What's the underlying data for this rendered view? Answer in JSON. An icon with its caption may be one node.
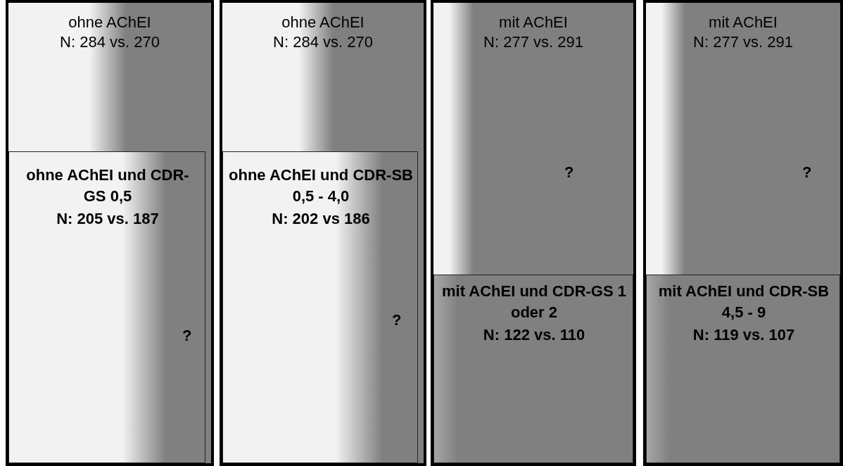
{
  "diagram": {
    "nodes": [
      {
        "text": [
          "ohne AChEI",
          "N: 284 vs. 270"
        ]
      },
      {
        "text": [
          "ohne AChEI und CDR-GS 0,5",
          "N: 205 vs. 187",
          "?"
        ],
        "in": 0
      },
      {
        "text": [
          "ohne AChEI",
          "N: 284 vs. 270"
        ]
      },
      {
        "text": [
          "ohne AChEI und CDR-SB 0,5 - 4,0",
          "N: 202 vs 186",
          "?"
        ],
        "in": 2
      },
      {
        "text": [
          "mit AChEI",
          "N: 277 vs. 291",
          "?"
        ]
      },
      {
        "text": [
          "mit AChEI und CDR-GS 1 oder 2",
          "N: 122 vs. 110"
        ],
        "in": 4
      },
      {
        "text": [
          "mit AChEI",
          "N: 277 vs. 291",
          "?"
        ]
      },
      {
        "text": [
          "mit AChEI und CDR-SB 4,5 - 9",
          "N: 119 vs. 107"
        ],
        "in": 6
      }
    ]
  }
}
